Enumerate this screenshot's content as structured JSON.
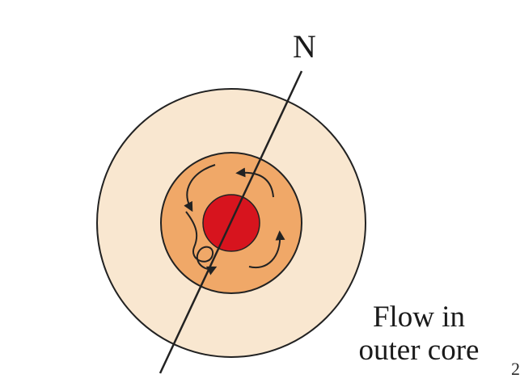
{
  "labels": {
    "north": "N",
    "flow_line1": "Flow in",
    "flow_line2": "outer core",
    "stray_digit": "2"
  },
  "colors": {
    "mantle": "#f9e7d0",
    "outer_core": "#f0a868",
    "inner_core": "#d7141e",
    "outline": "#222222",
    "background": "#ffffff"
  },
  "icons": {
    "flow_arrows": "curved-arrow-icon",
    "axis": "rotation-axis-line"
  }
}
